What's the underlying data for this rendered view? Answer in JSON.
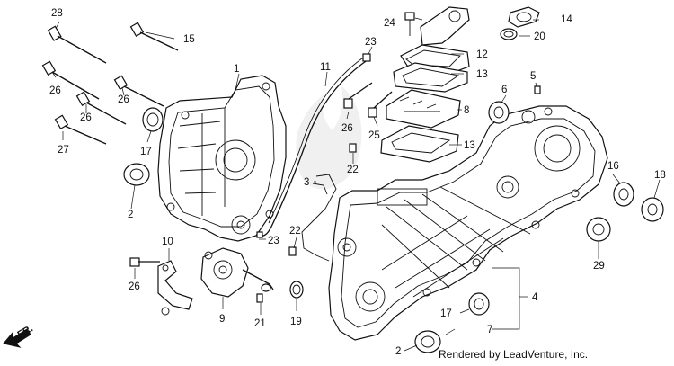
{
  "diagram": {
    "part_labels": {
      "p1": "1",
      "p2a": "2",
      "p2b": "2",
      "p3": "3",
      "p4": "4",
      "p5": "5",
      "p6": "6",
      "p7": "7",
      "p8": "8",
      "p9": "9",
      "p10": "10",
      "p11": "11",
      "p12": "12",
      "p13a": "13",
      "p13b": "13",
      "p14": "14",
      "p15": "15",
      "p16": "16",
      "p17a": "17",
      "p17b": "17",
      "p18": "18",
      "p19": "19",
      "p20": "20",
      "p21": "21",
      "p22a": "22",
      "p22b": "22",
      "p23a": "23",
      "p23b": "23",
      "p24": "24",
      "p25": "25",
      "p26a": "26",
      "p26b": "26",
      "p26c": "26",
      "p26d": "26",
      "p26e": "26",
      "p27": "27",
      "p28": "28",
      "p29": "29"
    },
    "direction_label": "FR.",
    "credit": "Rendered by LeadVenture, Inc."
  }
}
